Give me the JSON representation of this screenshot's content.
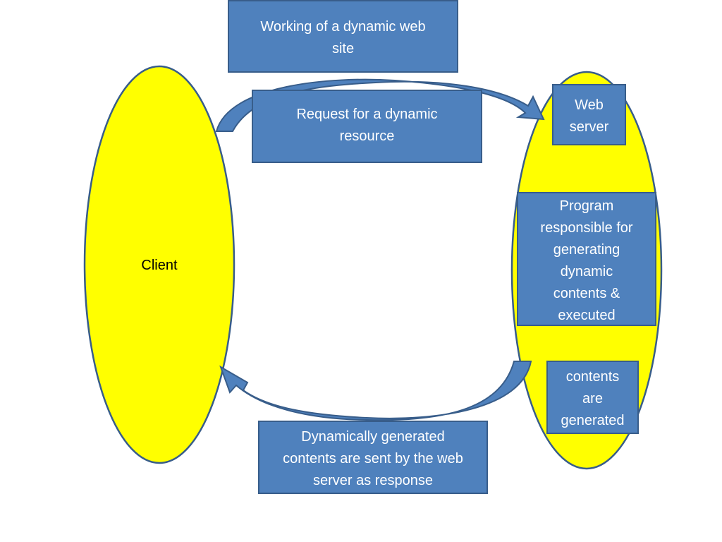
{
  "title_lines": [
    "Working of a dynamic web",
    "site"
  ],
  "client_label": "Client",
  "request_lines": [
    "Request for a dynamic",
    "resource"
  ],
  "webserver_lines": [
    "Web",
    "server"
  ],
  "program_lines": [
    "Program",
    "responsible for",
    "generating",
    "dynamic",
    "contents &",
    "executed"
  ],
  "contents_lines": [
    "contents",
    "are",
    "generated"
  ],
  "response_lines": [
    "Dynamically generated",
    "contents are sent by the web",
    "server as response"
  ],
  "colors": {
    "ellipse_fill": "#ffff00",
    "ellipse_stroke": "#385d8a",
    "box_fill": "#4f81bd",
    "box_stroke": "#385d8a",
    "arrow_fill": "#4f81bd"
  }
}
